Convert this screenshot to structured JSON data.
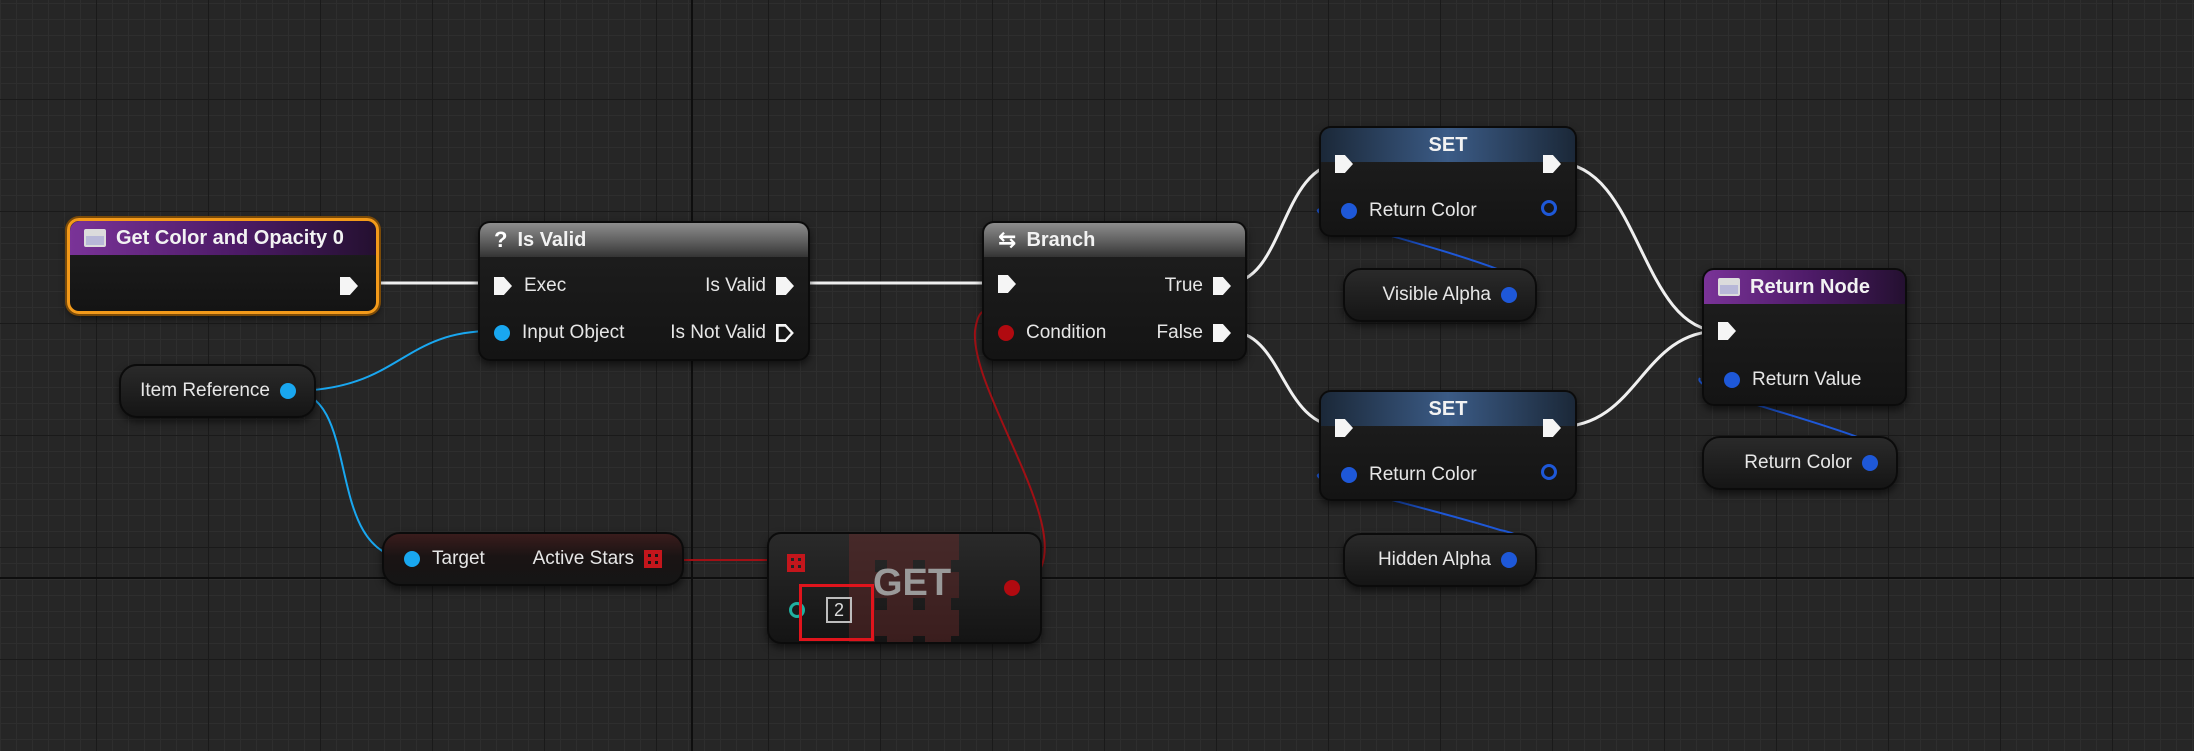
{
  "graph": {
    "nodes": {
      "entry": {
        "title": "Get Color and Opacity 0"
      },
      "is_valid": {
        "title": "Is Valid",
        "pins": {
          "exec": "Exec",
          "input_object": "Input Object",
          "is_valid": "Is Valid",
          "is_not_valid": "Is Not Valid"
        }
      },
      "branch": {
        "title": "Branch",
        "pins": {
          "condition": "Condition",
          "true": "True",
          "false": "False"
        }
      },
      "set_top": {
        "title": "SET",
        "pin": "Return Color"
      },
      "set_bottom": {
        "title": "SET",
        "pin": "Return Color"
      },
      "return_node": {
        "title": "Return Node",
        "pin": "Return Value"
      },
      "get": {
        "title": "GET",
        "index": "2"
      },
      "active_stars": {
        "target": "Target",
        "output": "Active Stars"
      }
    },
    "variables": {
      "item_reference": "Item Reference",
      "visible_alpha": "Visible Alpha",
      "hidden_alpha": "Hidden Alpha",
      "return_color": "Return Color"
    }
  },
  "colors": {
    "function_header": "#7a3398",
    "pure_header": "#8d8d8d",
    "set_header": "#3b5b86",
    "object_pin": "#19a7f0",
    "struct_pin": "#1e58d8",
    "bool_pin": "#b10a10",
    "selection_outline": "#f39a1a",
    "highlight_box": "#e0141c"
  }
}
